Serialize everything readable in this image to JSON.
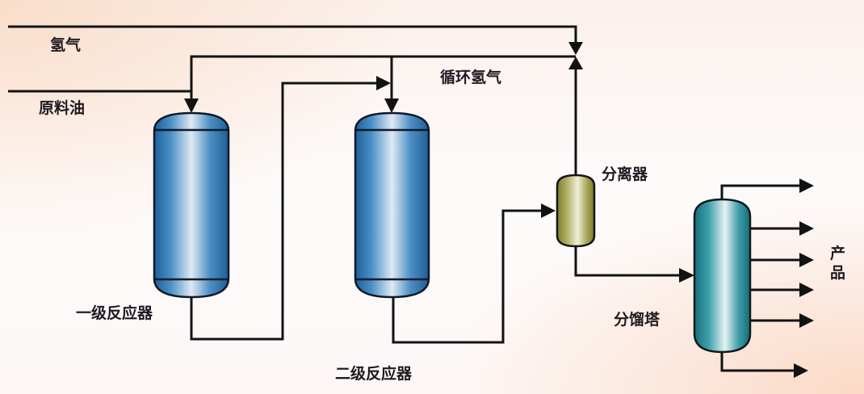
{
  "diagram": {
    "title": "加氢裂化两级流程示意",
    "labels": {
      "hydrogen": "氢气",
      "feed_oil": "原料油",
      "recycle_hydrogen": "循环氢气",
      "reactor_1": "一级反应器",
      "reactor_2": "二级反应器",
      "separator": "分离器",
      "fractionator": "分馏塔",
      "products_1": "产",
      "products_2": "品"
    },
    "nodes": [
      {
        "id": "reactor_1",
        "label": "一级反应器",
        "type": "reactor"
      },
      {
        "id": "reactor_2",
        "label": "二级反应器",
        "type": "reactor"
      },
      {
        "id": "separator",
        "label": "分离器",
        "type": "separator"
      },
      {
        "id": "fractionator",
        "label": "分馏塔",
        "type": "column"
      }
    ],
    "edges": [
      {
        "from": "hydrogen",
        "to": "recycle-junction"
      },
      {
        "from": "feed_oil",
        "to": "reactor_1"
      },
      {
        "from": "recycle_hydrogen",
        "to": "reactor_1"
      },
      {
        "from": "recycle_hydrogen",
        "to": "reactor_2"
      },
      {
        "from": "reactor_1",
        "to": "reactor_2"
      },
      {
        "from": "reactor_2",
        "to": "separator"
      },
      {
        "from": "separator",
        "to": "recycle_hydrogen"
      },
      {
        "from": "separator",
        "to": "fractionator"
      },
      {
        "from": "fractionator",
        "to": "products",
        "count": 6
      }
    ],
    "colors": {
      "reactor": "#2f78b4",
      "separator": "#9a9a3a",
      "column": "#1f8a97",
      "pipe": "#121212"
    }
  }
}
